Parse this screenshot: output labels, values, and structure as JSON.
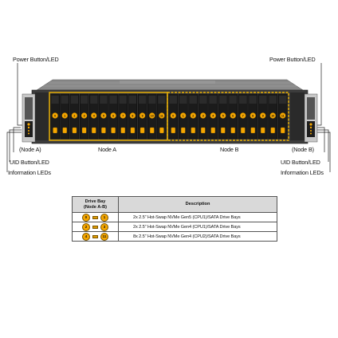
{
  "callouts": {
    "power_left": "Power Button/LED",
    "power_right": "Power Button/LED",
    "node_a_left": "(Node A)",
    "node_b_right": "(Node B)",
    "node_a_center": "Node A",
    "node_b_center": "Node B",
    "uid_left": "UID Button/LED",
    "uid_right": "UID Button/LED",
    "info_left": "Information LEDs",
    "info_right": "Information LEDs"
  },
  "node_a_bays": [
    "0",
    "1",
    "2",
    "3",
    "4",
    "5",
    "6",
    "7",
    "8",
    "9",
    "10",
    "11"
  ],
  "node_b_bays": [
    "0",
    "1",
    "2",
    "3",
    "4",
    "5",
    "6",
    "7",
    "8",
    "9",
    "10",
    "11"
  ],
  "colors": {
    "accent": "#f5a600",
    "chassis": "#3c3c3c",
    "drive": "#1b1b1b",
    "frame": "#f0b400"
  },
  "legend": {
    "header_bay_line1": "Drive Bay",
    "header_bay_line2": "(Node A-B)",
    "header_desc": "Description",
    "rows": [
      {
        "from": "0",
        "to": "1",
        "desc": "2x 2.5\" Hot-Swap NVMe Gen5 (CPU1)/SATA Drive Bays"
      },
      {
        "from": "2",
        "to": "3",
        "desc": "2x 2.5\" Hot-Swap NVMe Gen4 (CPU1)/SATA Drive Bays"
      },
      {
        "from": "4",
        "to": "11",
        "desc": "8x 2.5\" Hot-Swap NVMe Gen4 (CPU2)/SATA Drive Bays"
      }
    ]
  }
}
